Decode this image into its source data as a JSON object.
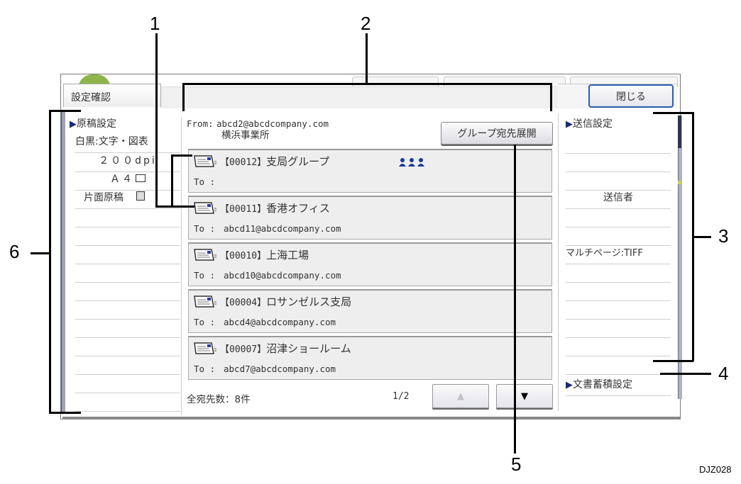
{
  "figure_id": "DJZ028",
  "callouts": [
    "1",
    "2",
    "3",
    "4",
    "5",
    "6"
  ],
  "screen": {
    "title": "設定確認",
    "close_button": "閉じる",
    "left_panel": {
      "heading": "原稿設定",
      "rows": [
        "白黒:文字・図表",
        "２００dpi",
        "Ａ４",
        "片面原稿",
        "",
        "",
        "",
        "",
        "",
        "",
        "",
        "",
        ""
      ]
    },
    "center": {
      "from_label": "From:",
      "from_address": "abcd2@abcdcompany.com",
      "from_name": "横浜事業所",
      "group_expand_button": "グループ宛先展開",
      "destinations": [
        {
          "id": "【00012】",
          "name": "支局グループ",
          "to_label": "To :",
          "address": "",
          "is_group": true,
          "icon": "envelope-icon"
        },
        {
          "id": "【00011】",
          "name": "香港オフィス",
          "to_label": "To :",
          "address": "abcd11@abcdcompany.com",
          "is_group": false,
          "icon": "envelope-icon"
        },
        {
          "id": "【00010】",
          "name": "上海工場",
          "to_label": "To :",
          "address": "abcd10@abcdcompany.com",
          "is_group": false,
          "icon": "envelope-icon"
        },
        {
          "id": "【00004】",
          "name": "ロサンゼルス支局",
          "to_label": "To :",
          "address": "abcd4@abcdcompany.com",
          "is_group": false,
          "icon": "envelope-icon"
        },
        {
          "id": "【00007】",
          "name": "沼津ショールーム",
          "to_label": "To :",
          "address": "abcd7@abcdcompany.com",
          "is_group": false,
          "icon": "envelope-icon"
        }
      ],
      "total_label": "全宛先数：8件",
      "page": "1/2",
      "prev_button": "▲",
      "next_button": "▼"
    },
    "right_panel": {
      "heading": "送信設定",
      "rows": [
        "",
        "",
        "送信者",
        "",
        "マルチページ:TIFF",
        "",
        "",
        "",
        ""
      ],
      "storage_heading": "文書蓄積設定"
    }
  },
  "colors": {
    "focus_border": "#2a5db0",
    "triangle": "#1b2a7a",
    "group_people": "#1a3a9a",
    "badge_green": "#8db54a"
  }
}
